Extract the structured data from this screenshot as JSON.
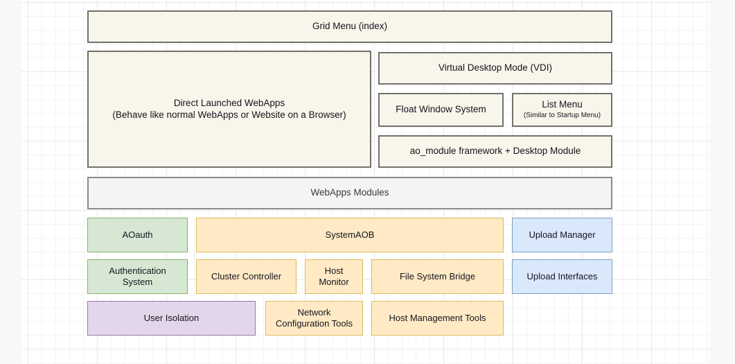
{
  "diagram": {
    "title_not_shown": "",
    "colors": {
      "cream_fill": "#f8f5eb",
      "cream_border": "#73706c",
      "gray_fill": "#f4f4f4",
      "gray_border": "#8a8a8a",
      "green_fill": "#d6e8d4",
      "green_border": "#86b267",
      "yellow_fill": "#ffeac5",
      "yellow_border": "#dfba5c",
      "blue_fill": "#dae8fc",
      "blue_border": "#7a9cc6",
      "purple_fill": "#e3d6ea",
      "purple_border": "#9b78ab",
      "grid_minor": "#f4f4f6",
      "grid_major": "#e8e8ea",
      "canvas_bg": "#f7f8fa",
      "grid_bg": "#ffffff"
    },
    "nodes": {
      "grid_menu": "Grid Menu (index)",
      "direct_launched_line1": "Direct Launched WebApps",
      "direct_launched_line2": "(Behave like normal WebApps or Website on a Browser)",
      "virtual_desktop_mode": "Virtual Desktop Mode (VDI)",
      "float_window_system": "Float Window System",
      "list_menu_title": "List Menu",
      "list_menu_subtitle": "(Similar to Startup Menu)",
      "ao_module_framework": "ao_module framework + Desktop Module",
      "webapps_modules": "WebApps Modules",
      "aoauth": "AOauth",
      "system_aob": "SystemAOB",
      "upload_manager": "Upload Manager",
      "authentication_system_line1": "Authentication",
      "authentication_system_line2": "System",
      "cluster_controller": "Cluster Controller",
      "host_monitor_line1": "Host",
      "host_monitor_line2": "Monitor",
      "file_system_bridge": "File System Bridge",
      "upload_interfaces": "Upload Interfaces",
      "user_isolation": "User Isolation",
      "network_configuration_tools_line1": "Network",
      "network_configuration_tools_line2": "Configuration Tools",
      "host_management_tools": "Host Management Tools"
    }
  }
}
